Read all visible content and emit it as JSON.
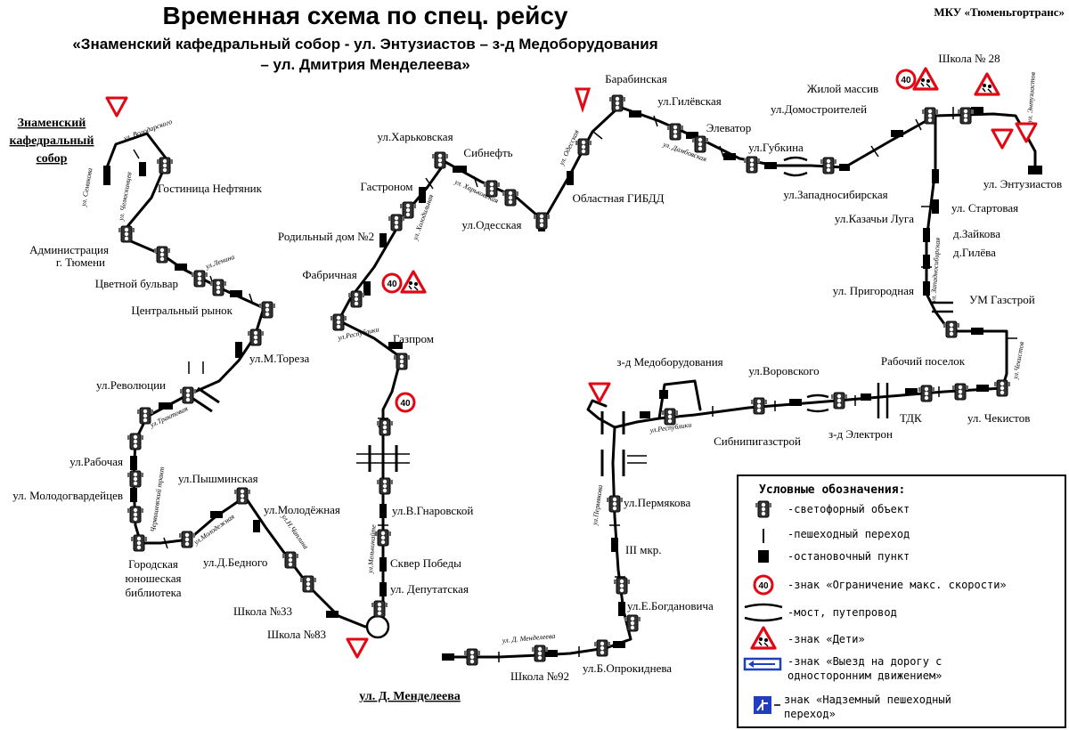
{
  "header": {
    "title": "Временная схема по спец. рейсу",
    "subtitle_line1": "«Знаменский кафедральный собор - ул. Энтузиастов – з-д Медоборудования",
    "subtitle_line2": "– ул. Дмитрия Менделеева»",
    "organization": "МКУ «Тюменьгортранс»"
  },
  "terminals": {
    "start_line1": "Знаменский",
    "start_line2": "кафедральный",
    "start_line3": "собор",
    "end": "ул. Д. Менделеева"
  },
  "stops": {
    "gostinitsa_neftyanik": "Гостиница Нефтяник",
    "administratsiya_1": "Администрация",
    "administratsiya_2": "г. Тюмени",
    "tsvetnoy_bulvar": "Цветной бульвар",
    "tsentralny_rynok": "Центральный рынок",
    "m_toreza": "ул.М.Тореза",
    "revolyutsii": "ул.Революции",
    "rabochaya": "ул.Рабочая",
    "molodogvardeytsev": "ул. Молодогвардейцев",
    "biblioteka_1": "Городская",
    "biblioteka_2": "юношеская",
    "biblioteka_3": "библиотека",
    "pyshminskaya": "ул.Пышминская",
    "molodezhnaya": "ул.Молодёжная",
    "d_bednogo": "ул.Д.Бедного",
    "shkola_33": "Школа №33",
    "shkola_83": "Школа №83",
    "kharkovskaya": "ул.Харьковская",
    "gastronom": "Гастроном",
    "sibneft": "Сибнефть",
    "roddom_2": "Родильный дом №2",
    "fabrichnaya": "Фабричная",
    "gazprom": "Газпром",
    "odesskaya": "ул.Одесская",
    "oblastnaya_gibdd": "Областная ГИБДД",
    "barabinskaya": "Барабинская",
    "gilevskaya": "ул.Гилёвская",
    "elevator": "Элеватор",
    "zhiloy_massiv": "Жилой массив",
    "domostroiteley": "ул.Домостроителей",
    "gubkina": "ул.Губкина",
    "zapadnosibirskaya": "ул.Западносибирская",
    "shkola_28": "Школа № 28",
    "entuziastov": "ул. Энтузиастов",
    "kazachi_lugi": "ул.Казачьи Луга",
    "startovaya": "ул. Стартовая",
    "d_zaykova": "д.Зайкова",
    "d_gileva": "д.Гилёва",
    "prigorodnaya": "ул. Пригородная",
    "um_gazstroy": "УМ Газстрой",
    "rabochiy_poselok": "Рабочий поселок",
    "chekistov": "ул. Чекистов",
    "tdk": "ТДК",
    "zd_elektron": "з-д Электрон",
    "vorovskogo": "ул.Воровского",
    "sibnipigazstroy": "Сибнипигазстрой",
    "zd_medoborudovaniya": "з-д Медоборудования",
    "v_gnarovskoy": "ул.В.Гнаровской",
    "skver_pobedy": "Сквер Победы",
    "deputatskaya": "ул. Депутатская",
    "permyakova": "ул.Пермякова",
    "iii_mkr": "III мкр.",
    "e_bogdanovicha": "ул.Е.Богдановича",
    "b_oprokidneva": "ул.Б.Опрокиднева",
    "shkola_92": "Школа №92"
  },
  "streets": {
    "semakova": "ул. Семакова",
    "volodarskogo": "ул. Володарского",
    "chelyuskintsev": "ул. Челюскинцев",
    "lenina": "ул.Ленина",
    "traktovaya": "ул.Трактовая",
    "chervishevsky": "Червишевский тракт",
    "molodezhnaya": "ул.Молодежная",
    "n_chaplina": "ул.Н.Чаплина",
    "melnikayte": "ул.Мельникайте",
    "respubliki_1": "ул.Республики",
    "kholodilnaya": "ул. Холодильная",
    "kharkovskaya": "ул. Харьковская",
    "odesskaya": "ул. Одесская",
    "dambovskaya": "ул. Дамбовская",
    "zapadnosibirskaya": "ул. Западносибирская",
    "entuziastov": "ул. Энтузиастов",
    "chekistov": "ул.Чекистов",
    "respubliki_2": "ул.Республики",
    "permyakova": "ул.Пермякова",
    "d_mendeleeva": "ул. Д. Менделеева"
  },
  "speed_limit": "40",
  "legend": {
    "title": "Условные обозначения:",
    "traffic_light": "-светофорный объект",
    "crosswalk": "-пешеходный переход",
    "stop": "-остановочный пункт",
    "speed_sign": "-знак «Ограничение макс. скорости»",
    "bridge": "-мост, путепровод",
    "children_sign": "-знак «Дети»",
    "oneway_line1": "-знак «Выезд на дорогу с",
    "oneway_line2": "односторонним движением»",
    "overpass_line1": "знак «Надземный пешеходный",
    "overpass_line2": "переход»"
  },
  "colors": {
    "route": "#000000",
    "sign_border": "#e30613",
    "oneway_blue": "#1f3fbf",
    "traffic_light_body": "#333333"
  }
}
